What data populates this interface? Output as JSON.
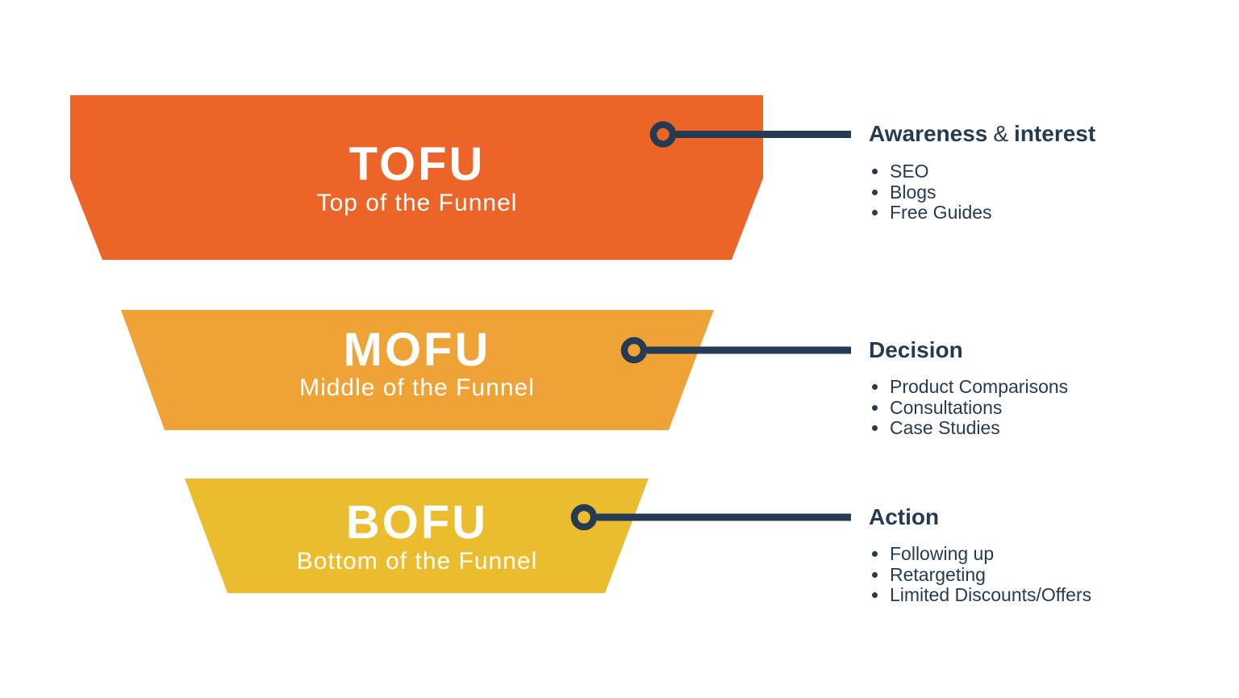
{
  "colors": {
    "tofu": "#EC6428",
    "mofu": "#EFA235",
    "bofu": "#EBBC2D",
    "navy": "#253B53",
    "stage_text": "#FFFFFF"
  },
  "funnel": {
    "stages": [
      {
        "acronym": "TOFU",
        "name": "Top of the Funnel",
        "color": "#EC6428"
      },
      {
        "acronym": "MOFU",
        "name": "Middle of the Funnel",
        "color": "#EFA235"
      },
      {
        "acronym": "BOFU",
        "name": "Bottom of the Funnel",
        "color": "#EBBC2D"
      }
    ]
  },
  "annotations": [
    {
      "heading_parts": {
        "left": "Awareness",
        "conj": "&",
        "right": "interest"
      },
      "items": [
        "SEO",
        "Blogs",
        "Free Guides"
      ]
    },
    {
      "heading": "Decision",
      "items": [
        "Product Comparisons",
        "Consultations",
        "Case Studies"
      ]
    },
    {
      "heading": "Action",
      "items": [
        "Following up",
        "Retargeting",
        "Limited Discounts/Offers"
      ]
    }
  ]
}
